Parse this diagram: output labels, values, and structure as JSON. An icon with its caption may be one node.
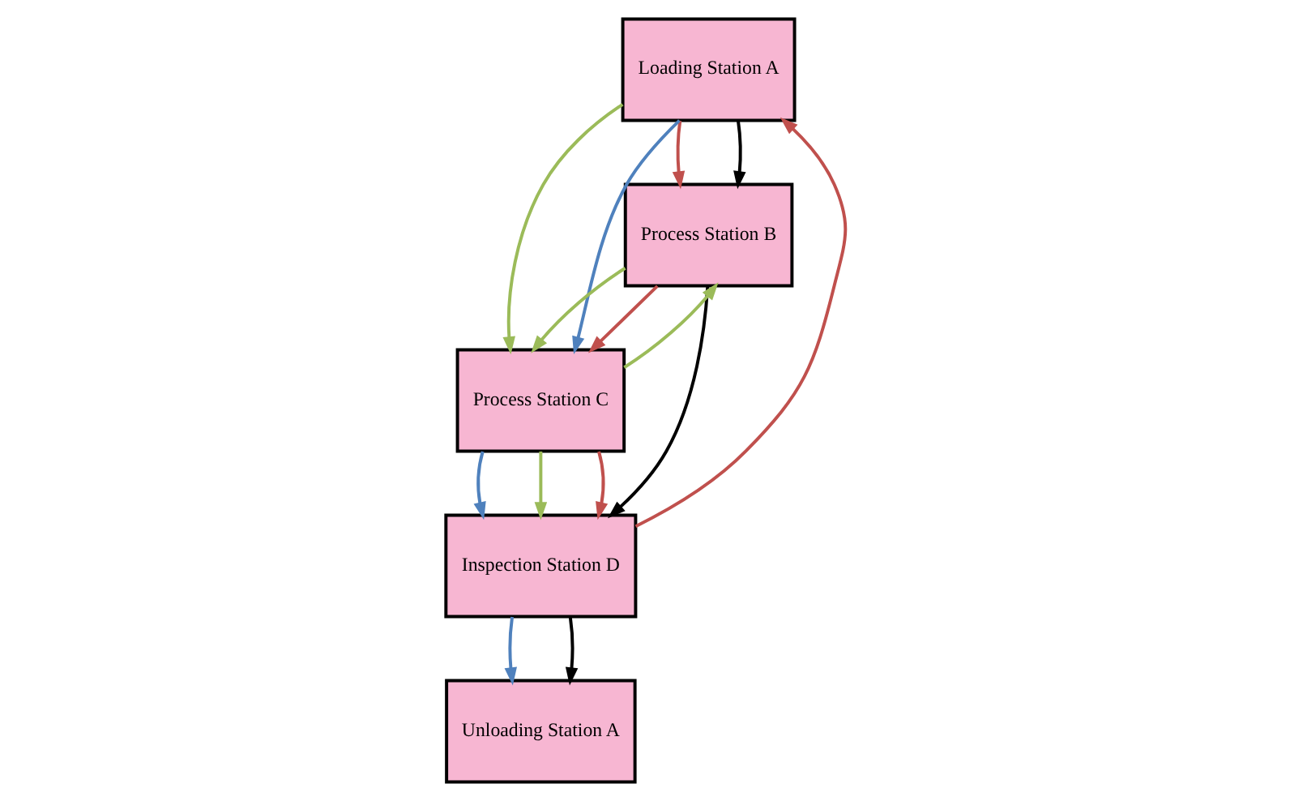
{
  "diagram": {
    "nodes": [
      {
        "text": [
          "Loading Station A"
        ]
      },
      {
        "text": [
          "Process Station B"
        ]
      },
      {
        "text": [
          "Process Station C"
        ]
      },
      {
        "text": [
          "Inspection Station D"
        ]
      },
      {
        "text": [
          "Unloading Station A"
        ]
      }
    ],
    "edges": [
      {
        "from": 0,
        "to": 1,
        "arrow": "to",
        "color": "#c0504d"
      },
      {
        "from": 0,
        "to": 1,
        "arrow": "to",
        "color": "#000000"
      },
      {
        "from": 0,
        "to": 2,
        "arrow": "to",
        "color": "#9bbb59"
      },
      {
        "from": 0,
        "to": 2,
        "arrow": "to",
        "color": "#4f81bd"
      },
      {
        "from": 1,
        "to": 2,
        "arrow": "to",
        "color": "#9bbb59"
      },
      {
        "from": 1,
        "to": 2,
        "arrow": "to",
        "color": "#c0504d"
      },
      {
        "from": 2,
        "to": 1,
        "arrow": "to",
        "color": "#9bbb59"
      },
      {
        "from": 2,
        "to": 3,
        "arrow": "to",
        "color": "#4f81bd"
      },
      {
        "from": 2,
        "to": 3,
        "arrow": "to",
        "color": "#9bbb59"
      },
      {
        "from": 2,
        "to": 3,
        "arrow": "to",
        "color": "#c0504d"
      },
      {
        "from": 1,
        "to": 3,
        "arrow": "to",
        "color": "#000000"
      },
      {
        "from": 3,
        "to": 0,
        "arrow": "to",
        "color": "#c0504d"
      },
      {
        "from": 3,
        "to": 4,
        "arrow": "to",
        "color": "#4f81bd"
      },
      {
        "from": 3,
        "to": 4,
        "arrow": "to",
        "color": "#000000"
      }
    ]
  }
}
